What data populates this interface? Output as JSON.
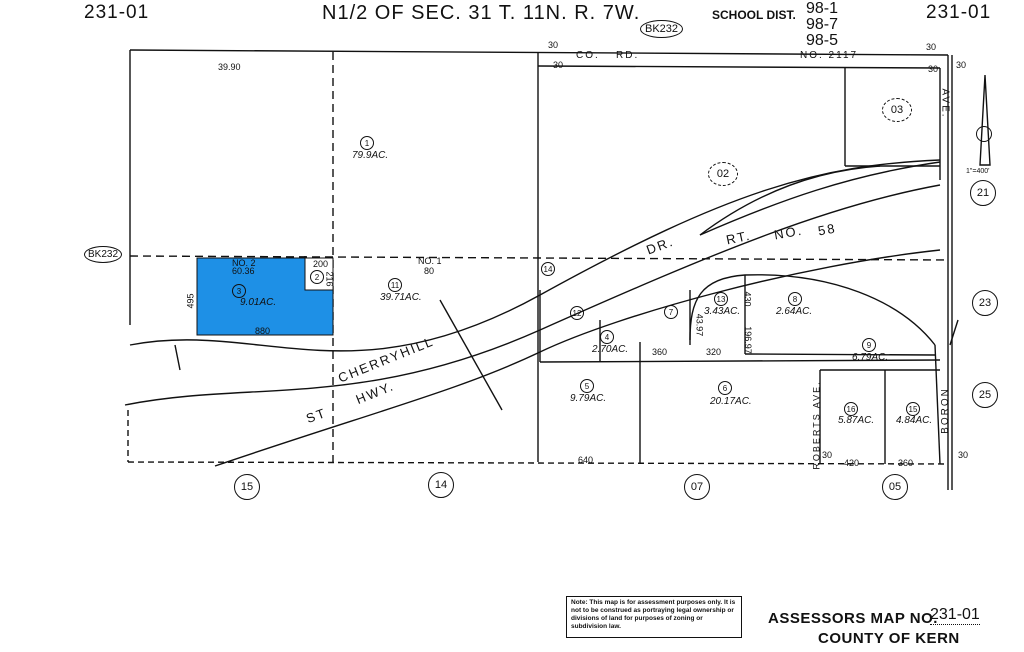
{
  "header": {
    "left_page": "231-01",
    "right_page": "231-01",
    "title": "N1/2 OF SEC. 31 T. 11N. R. 7W.",
    "book_ref": "BK232",
    "school_dist_label": "SCHOOL DIST.",
    "school_districts": [
      "98-1",
      "98-7",
      "98-5"
    ]
  },
  "roads": {
    "co_rd_label": "CO.",
    "co_rd_label2": "RD.",
    "co_rd_number": "NO. 2117",
    "dr_label": "DR.",
    "rt_label": "RT.",
    "rt_no": "NO.",
    "rt_number": "58",
    "cherryhill": "CHERRYHILL",
    "st": "ST",
    "hwy": "HWY.",
    "ave_top": "AVE.",
    "roberts_ave": "ROBERTS AVE.",
    "boron": "BORON"
  },
  "parcels": [
    {
      "num": "1",
      "acres": "79.9AC."
    },
    {
      "num": "2",
      "acres": ""
    },
    {
      "num": "3",
      "acres": "9.01AC."
    },
    {
      "num": "4",
      "acres": "2.70AC."
    },
    {
      "num": "5",
      "acres": "9.79AC."
    },
    {
      "num": "6",
      "acres": "20.17AC."
    },
    {
      "num": "7",
      "acres": ""
    },
    {
      "num": "8",
      "acres": "2.64AC."
    },
    {
      "num": "9",
      "acres": "6.79AC."
    },
    {
      "num": "11",
      "acres": "39.71AC."
    },
    {
      "num": "12",
      "acres": ""
    },
    {
      "num": "13",
      "acres": "3.43AC."
    },
    {
      "num": "14",
      "acres": ""
    },
    {
      "num": "15",
      "acres": "4.84AC."
    },
    {
      "num": "16",
      "acres": "5.87AC."
    }
  ],
  "blocks": {
    "b02": "02",
    "b03": "03"
  },
  "adjacent": {
    "left_bk": "BK232",
    "s15": "15",
    "s14": "14",
    "s07": "07",
    "s05": "05",
    "e21": "21",
    "e23": "23",
    "e25": "25"
  },
  "dims": {
    "d3990": "39.90",
    "d30a": "30",
    "d30b": "30",
    "d30c": "30",
    "d30d": "30",
    "d30e": "30",
    "d30f": "30",
    "no2": "NO. 2",
    "no2v": "60.36",
    "no1": "NO. 1",
    "no1v": "80",
    "d200": "200",
    "d216": "216",
    "d495": "495",
    "d880": "880",
    "d360a": "360",
    "d320": "320",
    "d430": "430",
    "d4397": "43.97",
    "d19697": "196.97",
    "d640": "640",
    "d420": "420",
    "d360b": "360",
    "d30g": "30"
  },
  "scale": "1\"=400'",
  "note": "Note: This map is for assessment purposes only. It is not to be construed as portraying legal ownership or divisions of land for purposes of zoning or subdivision law.",
  "footer": {
    "assessor_label": "ASSESSORS MAP NO.",
    "map_no": "231-01",
    "county": "COUNTY OF KERN"
  },
  "colors": {
    "highlight": "#1e90e6",
    "ink": "#111111"
  }
}
